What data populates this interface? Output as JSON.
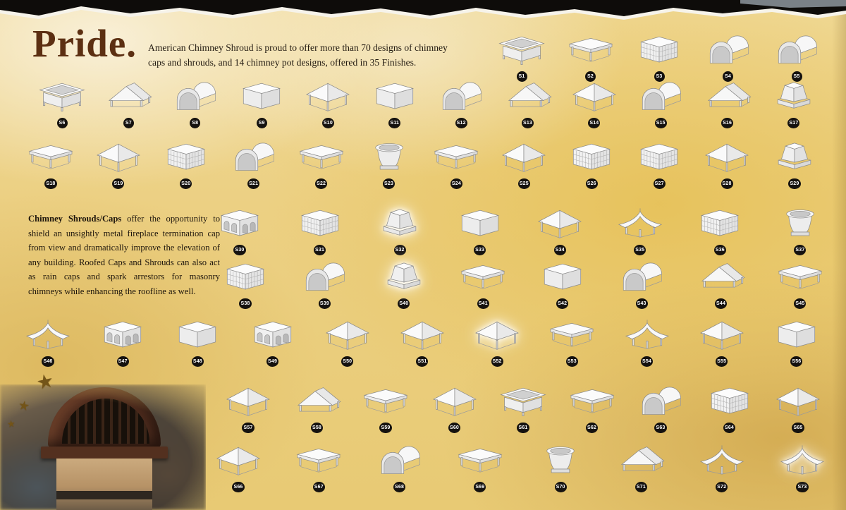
{
  "page": {
    "title": "Pride.",
    "intro": "American Chimney Shroud is proud to offer more than 70 designs of chimney caps and shrouds, and 14 chimney pot designs, offered in 35 Finishes.",
    "body_lead": "Chimney Shrouds/Caps",
    "body_text": " offer the opportunity to shield an unsightly metal fireplace termination cap from view and dramatically improve the elevation of any building. Roofed Caps and Shrouds can also act as rain caps and spark arrestors for masonry chimneys while enhancing the roofline as well."
  },
  "colors": {
    "background_gold": "#e8ca74",
    "title_brown": "#5c2f12",
    "badge_black": "#15120f",
    "text_dark": "#1d150c",
    "torn_edge_black": "#0e0c0a"
  },
  "catalog": {
    "rows": [
      {
        "items": [
          {
            "id": "S1",
            "shape": "box-flared"
          },
          {
            "id": "S2",
            "shape": "table"
          },
          {
            "id": "S3",
            "shape": "lattice"
          },
          {
            "id": "S4",
            "shape": "barrel"
          },
          {
            "id": "S5",
            "shape": "barrel"
          }
        ]
      },
      {
        "items": [
          {
            "id": "S6",
            "shape": "box-flared"
          },
          {
            "id": "S7",
            "shape": "gable"
          },
          {
            "id": "S8",
            "shape": "barrel"
          },
          {
            "id": "S9",
            "shape": "box"
          },
          {
            "id": "S10",
            "shape": "hip"
          },
          {
            "id": "S11",
            "shape": "box"
          },
          {
            "id": "S12",
            "shape": "barrel"
          },
          {
            "id": "S13",
            "shape": "gable"
          },
          {
            "id": "S14",
            "shape": "hip"
          },
          {
            "id": "S15",
            "shape": "barrel"
          },
          {
            "id": "S16",
            "shape": "gable"
          },
          {
            "id": "S17",
            "shape": "taper"
          }
        ]
      },
      {
        "items": [
          {
            "id": "S18",
            "shape": "table"
          },
          {
            "id": "S19",
            "shape": "hip"
          },
          {
            "id": "S20",
            "shape": "lattice"
          },
          {
            "id": "S21",
            "shape": "barrel"
          },
          {
            "id": "S22",
            "shape": "table"
          },
          {
            "id": "S23",
            "shape": "pot"
          },
          {
            "id": "S24",
            "shape": "table"
          },
          {
            "id": "S25",
            "shape": "hip"
          },
          {
            "id": "S26",
            "shape": "lattice"
          },
          {
            "id": "S27",
            "shape": "lattice"
          },
          {
            "id": "S28",
            "shape": "hip"
          },
          {
            "id": "S29",
            "shape": "taper"
          }
        ]
      },
      {
        "items": [
          {
            "id": "S30",
            "shape": "archbox"
          },
          {
            "id": "S31",
            "shape": "lattice"
          },
          {
            "id": "S32",
            "shape": "taper",
            "highlight": true
          },
          {
            "id": "S33",
            "shape": "box"
          },
          {
            "id": "S34",
            "shape": "hip"
          },
          {
            "id": "S35",
            "shape": "pagoda"
          },
          {
            "id": "S36",
            "shape": "lattice"
          },
          {
            "id": "S37",
            "shape": "pot"
          }
        ]
      },
      {
        "items": [
          {
            "id": "S38",
            "shape": "lattice"
          },
          {
            "id": "S39",
            "shape": "barrel"
          },
          {
            "id": "S40",
            "shape": "taper",
            "highlight": true
          },
          {
            "id": "S41",
            "shape": "table"
          },
          {
            "id": "S42",
            "shape": "box"
          },
          {
            "id": "S43",
            "shape": "barrel"
          },
          {
            "id": "S44",
            "shape": "gable"
          },
          {
            "id": "S45",
            "shape": "table"
          }
        ]
      },
      {
        "items": [
          {
            "id": "S46",
            "shape": "pagoda"
          },
          {
            "id": "S47",
            "shape": "archbox"
          },
          {
            "id": "S48",
            "shape": "box"
          },
          {
            "id": "S49",
            "shape": "archbox"
          },
          {
            "id": "S50",
            "shape": "hip"
          },
          {
            "id": "S51",
            "shape": "hip"
          },
          {
            "id": "S52",
            "shape": "hip",
            "highlight": true
          },
          {
            "id": "S53",
            "shape": "table"
          },
          {
            "id": "S54",
            "shape": "pagoda"
          },
          {
            "id": "S55",
            "shape": "hip"
          },
          {
            "id": "S56",
            "shape": "box"
          }
        ]
      },
      {
        "items": [
          {
            "id": "S57",
            "shape": "hip"
          },
          {
            "id": "S58",
            "shape": "gable"
          },
          {
            "id": "S59",
            "shape": "table"
          },
          {
            "id": "S60",
            "shape": "hip"
          },
          {
            "id": "S61",
            "shape": "box-flared"
          },
          {
            "id": "S62",
            "shape": "table"
          },
          {
            "id": "S63",
            "shape": "barrel"
          },
          {
            "id": "S64",
            "shape": "lattice"
          },
          {
            "id": "S65",
            "shape": "hip"
          }
        ]
      },
      {
        "items": [
          {
            "id": "S66",
            "shape": "hip"
          },
          {
            "id": "S67",
            "shape": "table"
          },
          {
            "id": "S68",
            "shape": "barrel"
          },
          {
            "id": "S69",
            "shape": "table"
          },
          {
            "id": "S70",
            "shape": "pot"
          },
          {
            "id": "S71",
            "shape": "gable"
          },
          {
            "id": "S72",
            "shape": "pagoda"
          },
          {
            "id": "S73",
            "shape": "pagoda",
            "highlight": true
          }
        ]
      }
    ]
  },
  "decor": {
    "stars": [
      "★",
      "★",
      "★"
    ]
  }
}
